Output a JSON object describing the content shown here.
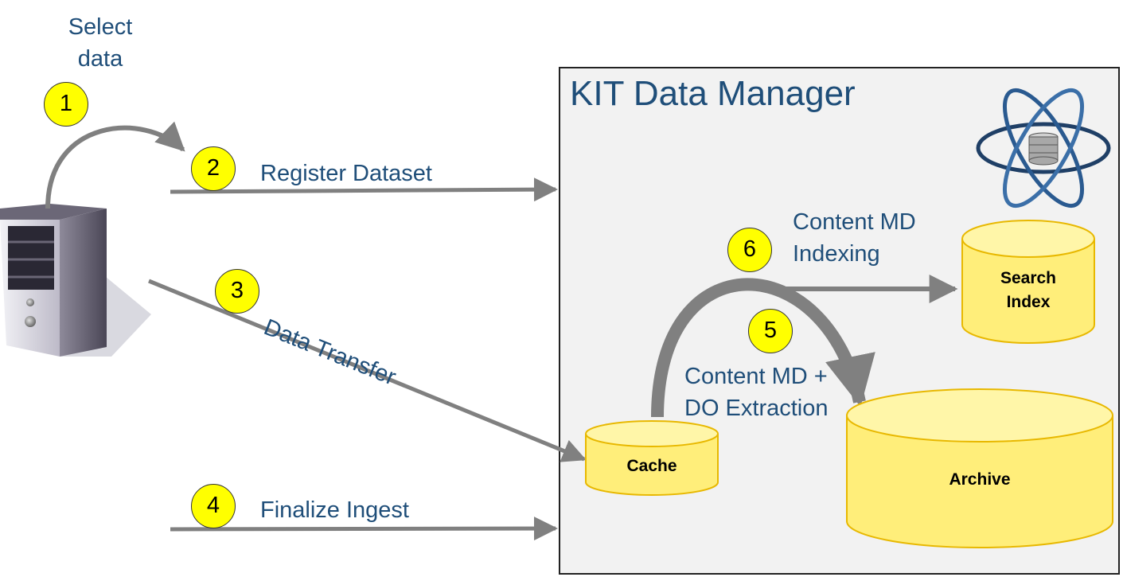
{
  "system": {
    "title": "KIT Data Manager"
  },
  "steps": [
    {
      "number": "1",
      "label_lines": [
        "Select",
        "data"
      ]
    },
    {
      "number": "2",
      "label": "Register Dataset"
    },
    {
      "number": "3",
      "label": "Data Transfer"
    },
    {
      "number": "4",
      "label": "Finalize Ingest"
    },
    {
      "number": "5",
      "label_lines": [
        "Content MD +",
        "DO Extraction"
      ]
    },
    {
      "number": "6",
      "label_lines": [
        "Content MD",
        "Indexing"
      ]
    }
  ],
  "stores": {
    "cache": "Cache",
    "archive": "Archive",
    "search_index": [
      "Search",
      "Index"
    ]
  },
  "colors": {
    "label_text": "#1f4e79",
    "step_badge": "#ffff00",
    "cylinder_fill": "#ffee7a",
    "cylinder_border": "#e8b800",
    "arrow": "#808080",
    "panel_fill": "#f2f2f2"
  },
  "icons": {
    "client": "desktop-computer-icon",
    "metadata": "atom-database-icon"
  }
}
